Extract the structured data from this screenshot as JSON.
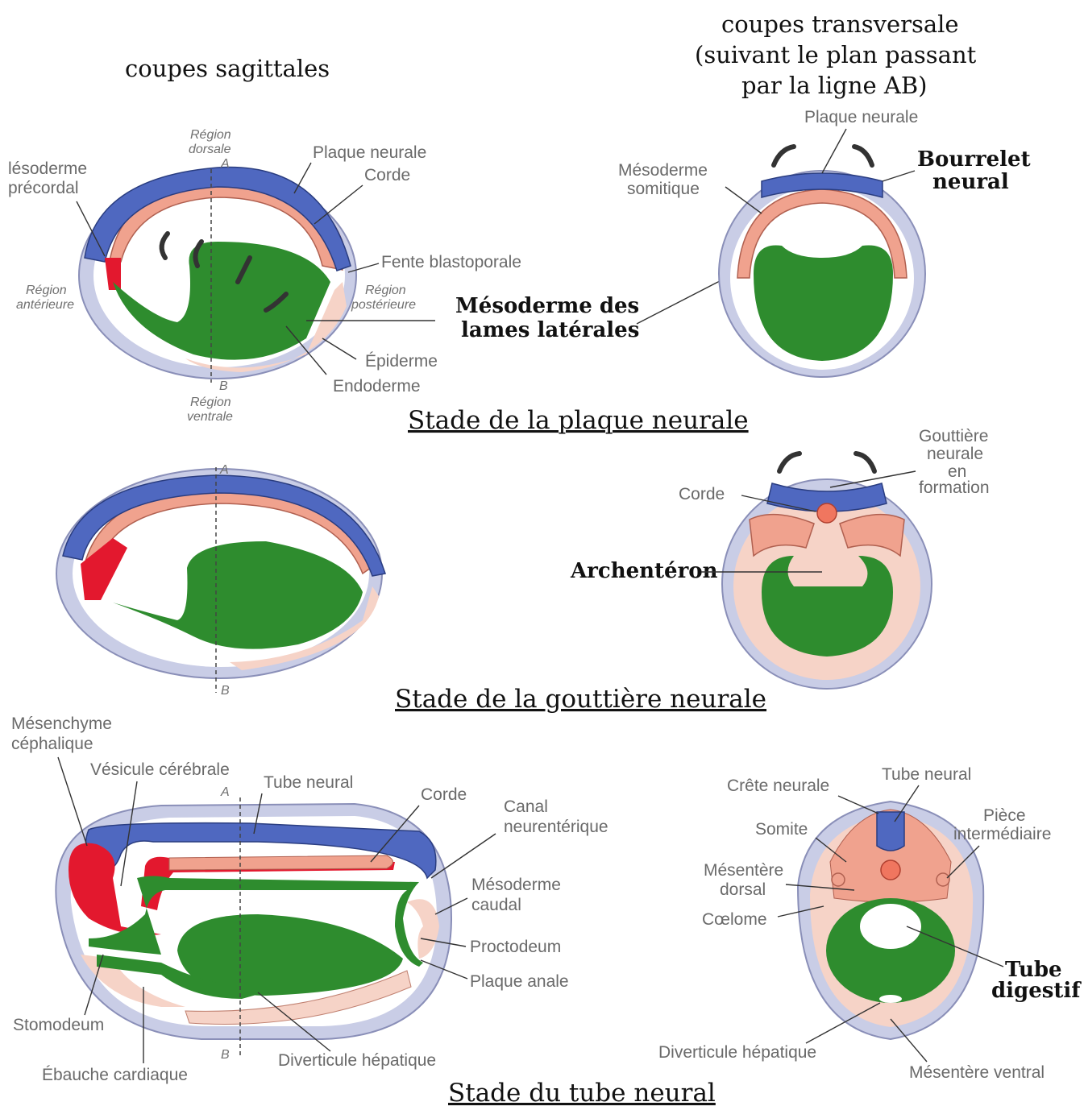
{
  "headings": {
    "sagittal": "coupes sagittales",
    "transverse": [
      "coupes transversale",
      "(suivant le plan passant",
      "par la ligne AB)"
    ]
  },
  "stages": {
    "stage1": "Stade de la plaque neurale",
    "stage2": "Stade de la gouttière neurale",
    "stage3": "Stade du tube neural"
  },
  "stage1_sagittal": {
    "region_dorsale": [
      "Région",
      "dorsale"
    ],
    "region_anterieure": [
      "Région",
      "antérieure"
    ],
    "region_posterieure": [
      "Région",
      "postérieure"
    ],
    "region_ventrale": [
      "Région",
      "ventrale"
    ],
    "axis_a": "A",
    "axis_b": "B",
    "mesoderme_precordal": [
      "lésoderme",
      "précordal"
    ],
    "plaque_neurale": "Plaque neurale",
    "corde": "Corde",
    "fente_blastoporale": "Fente blastoporale",
    "mesoderme_lames": [
      "Mésoderme des",
      "lames latérales"
    ],
    "epiderme": "Épiderme",
    "endoderme": "Endoderme"
  },
  "stage1_transverse": {
    "plaque_neurale": "Plaque neurale",
    "mesoderme_somitique": [
      "Mésoderme",
      "somitique"
    ],
    "bourrelet_neural": [
      "Bourrelet",
      "neural"
    ]
  },
  "stage2_sagittal": {
    "axis_a": "A",
    "axis_b": "B"
  },
  "stage2_transverse": {
    "corde": "Corde",
    "gouttiere": [
      "Gouttière",
      "neurale",
      "en",
      "formation"
    ],
    "archenteron": "Archentéron"
  },
  "stage3_sagittal": {
    "mesenchyme": [
      "Mésenchyme",
      "céphalique"
    ],
    "vesicule": "Vésicule cérébrale",
    "tube_neural": "Tube neural",
    "corde": "Corde",
    "canal": [
      "Canal",
      "neurentérique"
    ],
    "mesoderme_caudal": [
      "Mésoderme",
      "caudal"
    ],
    "proctodeum": "Proctodeum",
    "plaque_anale": "Plaque anale",
    "stomodeum": "Stomodeum",
    "ebauche": "Ébauche cardiaque",
    "diverticule": "Diverticule hépatique",
    "axis_a": "A",
    "axis_b": "B"
  },
  "stage3_transverse": {
    "crete": "Crête neurale",
    "tube_neural": "Tube neural",
    "somite": "Somite",
    "piece": [
      "Pièce",
      "intermédiaire"
    ],
    "mesentere_dorsal": [
      "Mésentère",
      "dorsal"
    ],
    "coelome": "Cœlome",
    "tube_digestif": [
      "Tube",
      "digestif"
    ],
    "diverticule": "Diverticule hépatique",
    "mesentere_ventral": "Mésentère ventral"
  },
  "colors": {
    "ectoderm_outer": "#c9cde6",
    "neural": "#4f68c0",
    "mesoderm": "#f0a28e",
    "mesoderm_light": "#f6d3c7",
    "endoderm": "#2e8c2e",
    "prechordal": "#e3182e",
    "cavity": "#ffffff"
  }
}
